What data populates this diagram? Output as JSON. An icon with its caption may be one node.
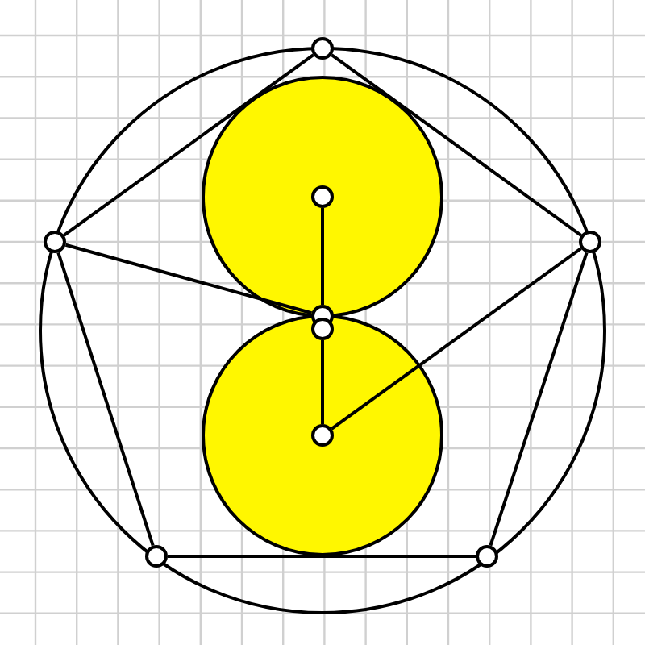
{
  "diagram": {
    "nodes": [
      {
        "text": [],
        "shape": "circle"
      },
      {
        "text": [],
        "shape": "circle"
      },
      {
        "text": [],
        "shape": "circle"
      },
      {
        "text": [],
        "shape": "circle"
      },
      {
        "text": [],
        "shape": "circle"
      },
      {
        "text": [],
        "shape": "circle"
      },
      {
        "text": [],
        "shape": "circle"
      },
      {
        "text": [],
        "shape": "circle"
      },
      {
        "text": [],
        "shape": "circle"
      }
    ],
    "edges": [
      {
        "from": 0,
        "to": 2,
        "arrow": "none"
      },
      {
        "from": 0,
        "to": 3,
        "arrow": "none"
      },
      {
        "from": 2,
        "to": 4,
        "arrow": "none"
      },
      {
        "from": 2,
        "to": 7,
        "arrow": "none"
      },
      {
        "from": 7,
        "to": 8,
        "arrow": "none"
      },
      {
        "from": 8,
        "to": 3,
        "arrow": "none"
      },
      {
        "from": 1,
        "to": 4,
        "arrow": "none"
      },
      {
        "from": 5,
        "to": 6,
        "arrow": "none"
      },
      {
        "from": 3,
        "to": 6,
        "arrow": "none"
      }
    ]
  }
}
